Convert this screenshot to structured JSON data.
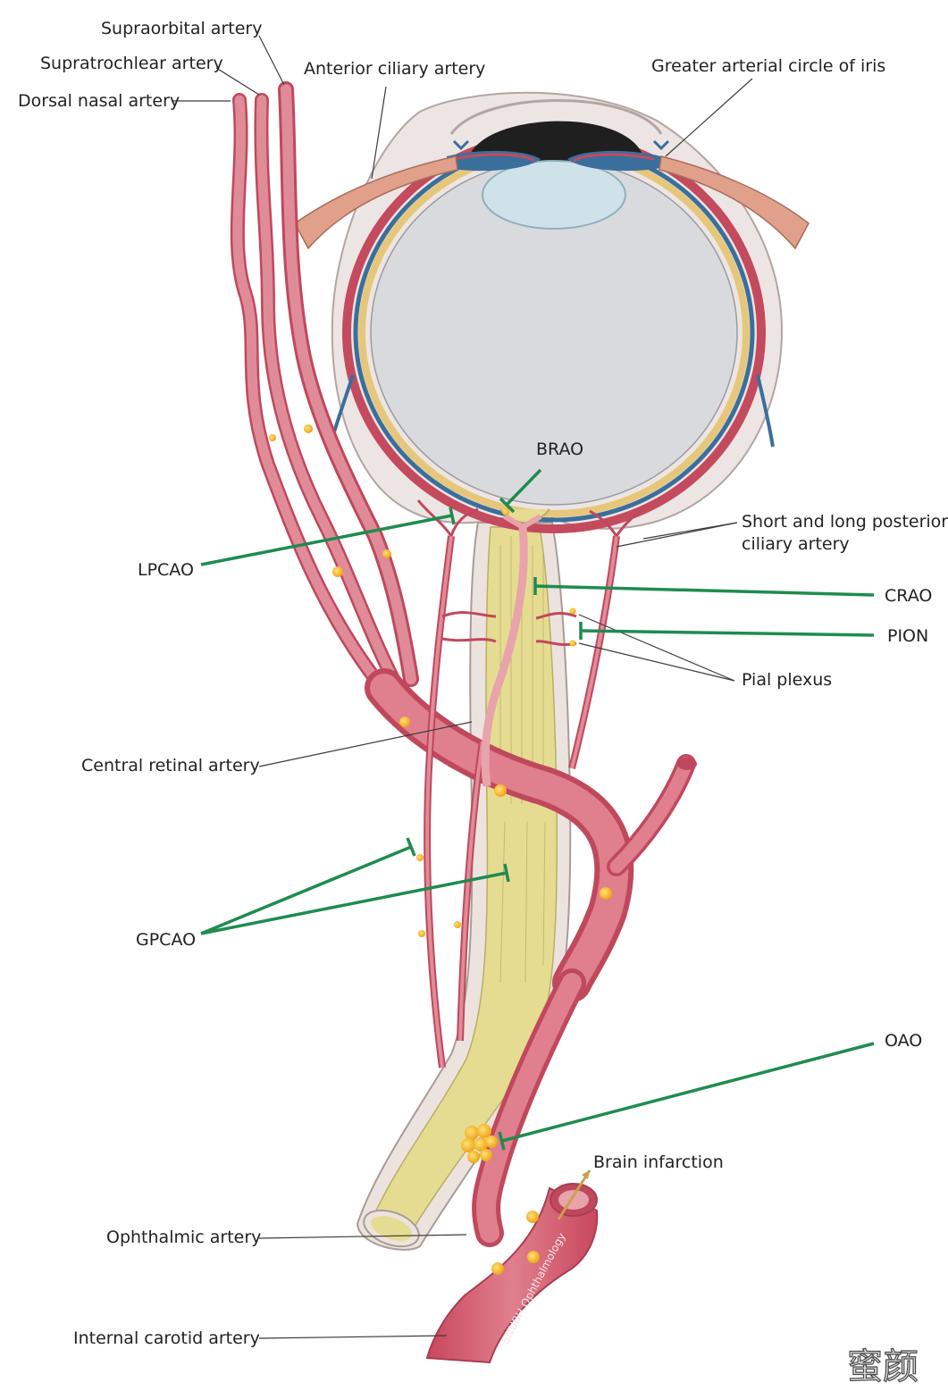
{
  "labels": {
    "supraorbital": "Supraorbital artery",
    "supratrochlear": "Supratrochlear artery",
    "dorsal_nasal": "Dorsal nasal artery",
    "anterior_ciliary": "Anterior ciliary artery",
    "greater_circle": "Greater arterial circle of iris",
    "brao": "BRAO",
    "lpcao": "LPCAO",
    "posterior_ciliary_1": "Short and long posterior",
    "posterior_ciliary_2": "ciliary artery",
    "crao": "CRAO",
    "pion": "PION",
    "pial_plexus": "Pial plexus",
    "central_retinal": "Central retinal artery",
    "gpcao": "GPCAO",
    "oao": "OAO",
    "brain_infarction": "Brain infarction",
    "ophthalmic": "Ophthalmic artery",
    "internal_carotid": "Internal carotid artery"
  },
  "credit": "SNUBH Ophthalmology",
  "watermark": "蜜颜",
  "colors": {
    "artery": "#d9707e",
    "artery_dark": "#c0485d",
    "vein": "#3a6f9c",
    "nerve": "#e6dc94",
    "sclera": "#ece5e3",
    "vitreous": "#d9dadd",
    "lens": "#cfe2ea",
    "embolus": "#f4b21c",
    "occlusion_line": "#1e8c4e"
  }
}
